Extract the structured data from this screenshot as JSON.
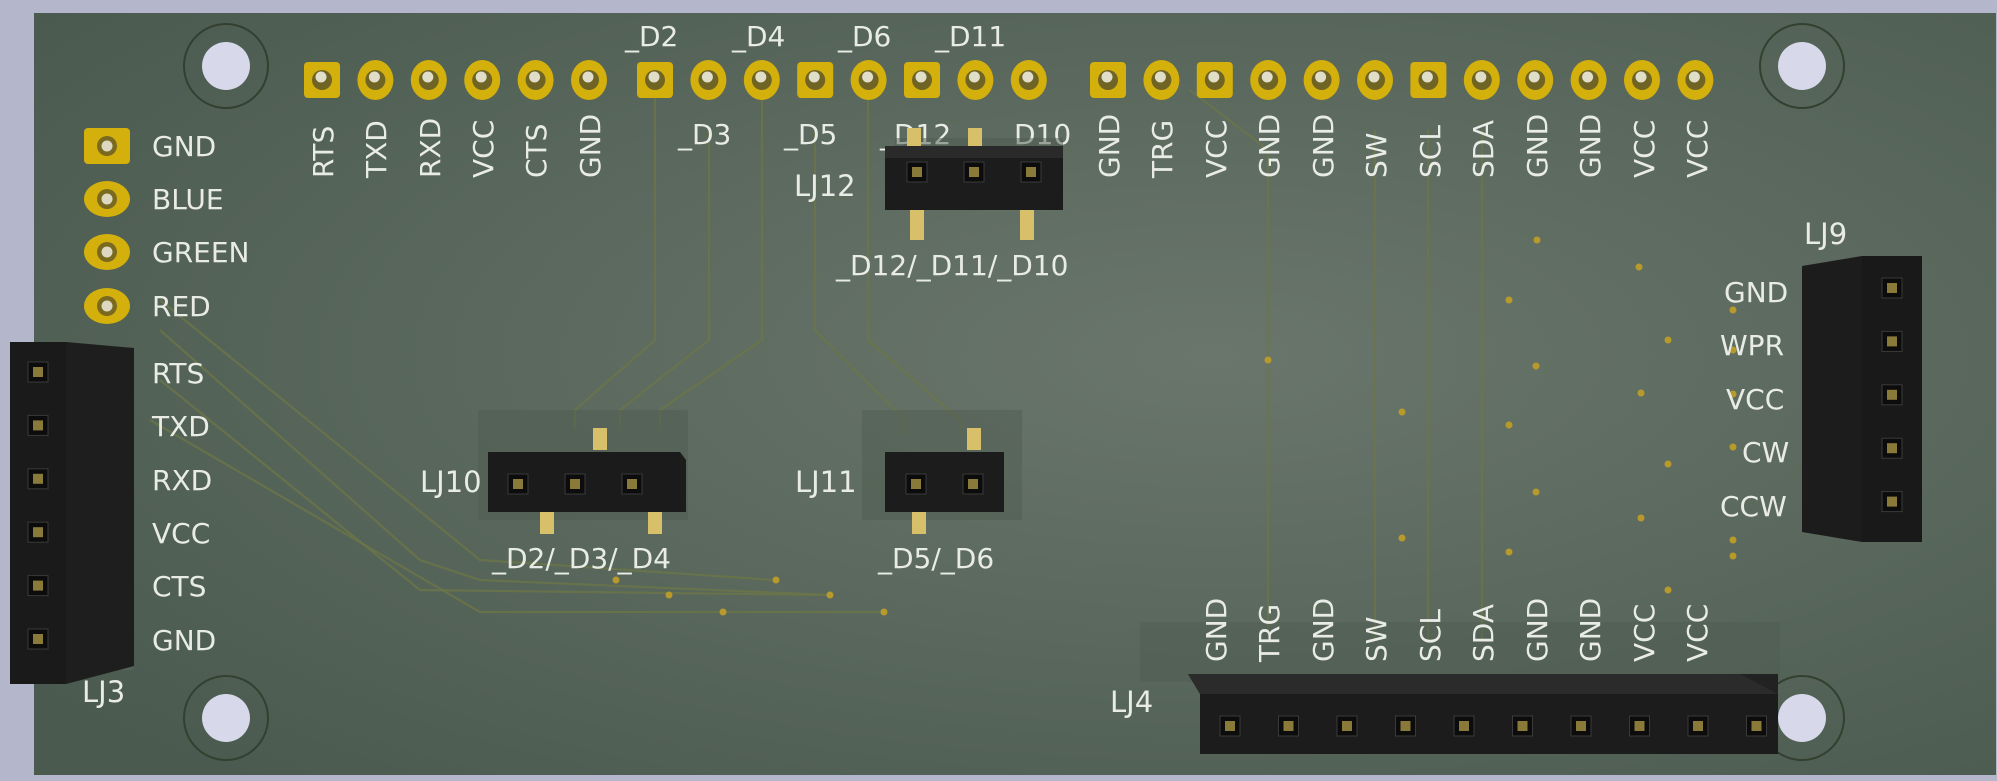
{
  "colors": {
    "background": "#b4b6cc",
    "board": "#56645a",
    "silkscreen": "#e9ece6",
    "pad_gold": "#d4b00c",
    "trace": "#6b7548",
    "header_body": "#1c1c1c"
  },
  "top_header": {
    "pins": [
      "RTS",
      "TXD",
      "RXD",
      "VCC",
      "CTS",
      "GND",
      "",
      "",
      "",
      "",
      "",
      "",
      "",
      "",
      "GND",
      "TRG",
      "VCC",
      "GND",
      "GND",
      "SW",
      "SCL",
      "SDA",
      "GND",
      "GND",
      "VCC",
      "VCC"
    ],
    "upper_labels": [
      "_D2",
      "_D4",
      "_D6",
      "_D11"
    ],
    "lower_labels": [
      "_D3",
      "_D5",
      "_D12",
      "_D10"
    ]
  },
  "left_pads": [
    "GND",
    "BLUE",
    "GREEN",
    "RED"
  ],
  "connectors": {
    "LJ3": {
      "ref": "LJ3",
      "pins": [
        "RTS",
        "TXD",
        "RXD",
        "VCC",
        "CTS",
        "GND"
      ]
    },
    "LJ9": {
      "ref": "LJ9",
      "pins": [
        "GND",
        "WPR",
        "VCC",
        "CW",
        "CCW"
      ]
    },
    "LJ10": {
      "ref": "LJ10",
      "label": "_D2/_D3/_D4"
    },
    "LJ11": {
      "ref": "LJ11",
      "label": "_D5/_D6"
    },
    "LJ12": {
      "ref": "LJ12",
      "label": "_D12/_D11/_D10"
    },
    "LJ4": {
      "ref": "LJ4",
      "pins": [
        "GND",
        "TRG",
        "GND",
        "SW",
        "SCL",
        "SDA",
        "GND",
        "GND",
        "VCC",
        "VCC"
      ]
    }
  }
}
